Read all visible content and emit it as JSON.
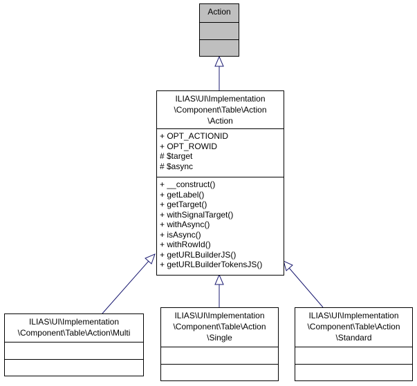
{
  "diagram": {
    "classes": {
      "action": {
        "name_lines": [
          "Action"
        ],
        "attributes": [],
        "operations": []
      },
      "table_action": {
        "name_lines": [
          "ILIAS\\UI\\Implementation",
          "\\Component\\Table\\Action",
          "\\Action"
        ],
        "attributes": [
          "+ OPT_ACTIONID",
          "+ OPT_ROWID",
          "# $target",
          "# $async"
        ],
        "operations": [
          "+ __construct()",
          "+ getLabel()",
          "+ getTarget()",
          "+ withSignalTarget()",
          "+ withAsync()",
          "+ isAsync()",
          "+ withRowId()",
          "+ getURLBuilderJS()",
          "+ getURLBuilderTokensJS()"
        ]
      },
      "multi": {
        "name_lines": [
          "ILIAS\\UI\\Implementation",
          "\\Component\\Table\\Action\\Multi"
        ],
        "attributes": [],
        "operations": []
      },
      "single": {
        "name_lines": [
          "ILIAS\\UI\\Implementation",
          "\\Component\\Table\\Action",
          "\\Single"
        ],
        "attributes": [],
        "operations": []
      },
      "standard": {
        "name_lines": [
          "ILIAS\\UI\\Implementation",
          "\\Component\\Table\\Action",
          "\\Standard"
        ],
        "attributes": [],
        "operations": []
      }
    },
    "inheritance": [
      {
        "child": "table_action",
        "parent": "action"
      },
      {
        "child": "multi",
        "parent": "table_action"
      },
      {
        "child": "single",
        "parent": "table_action"
      },
      {
        "child": "standard",
        "parent": "table_action"
      }
    ],
    "colors": {
      "edge": "#191970",
      "base_fill": "#bfbfbf",
      "box_fill": "#ffffff",
      "border": "#000000"
    }
  }
}
